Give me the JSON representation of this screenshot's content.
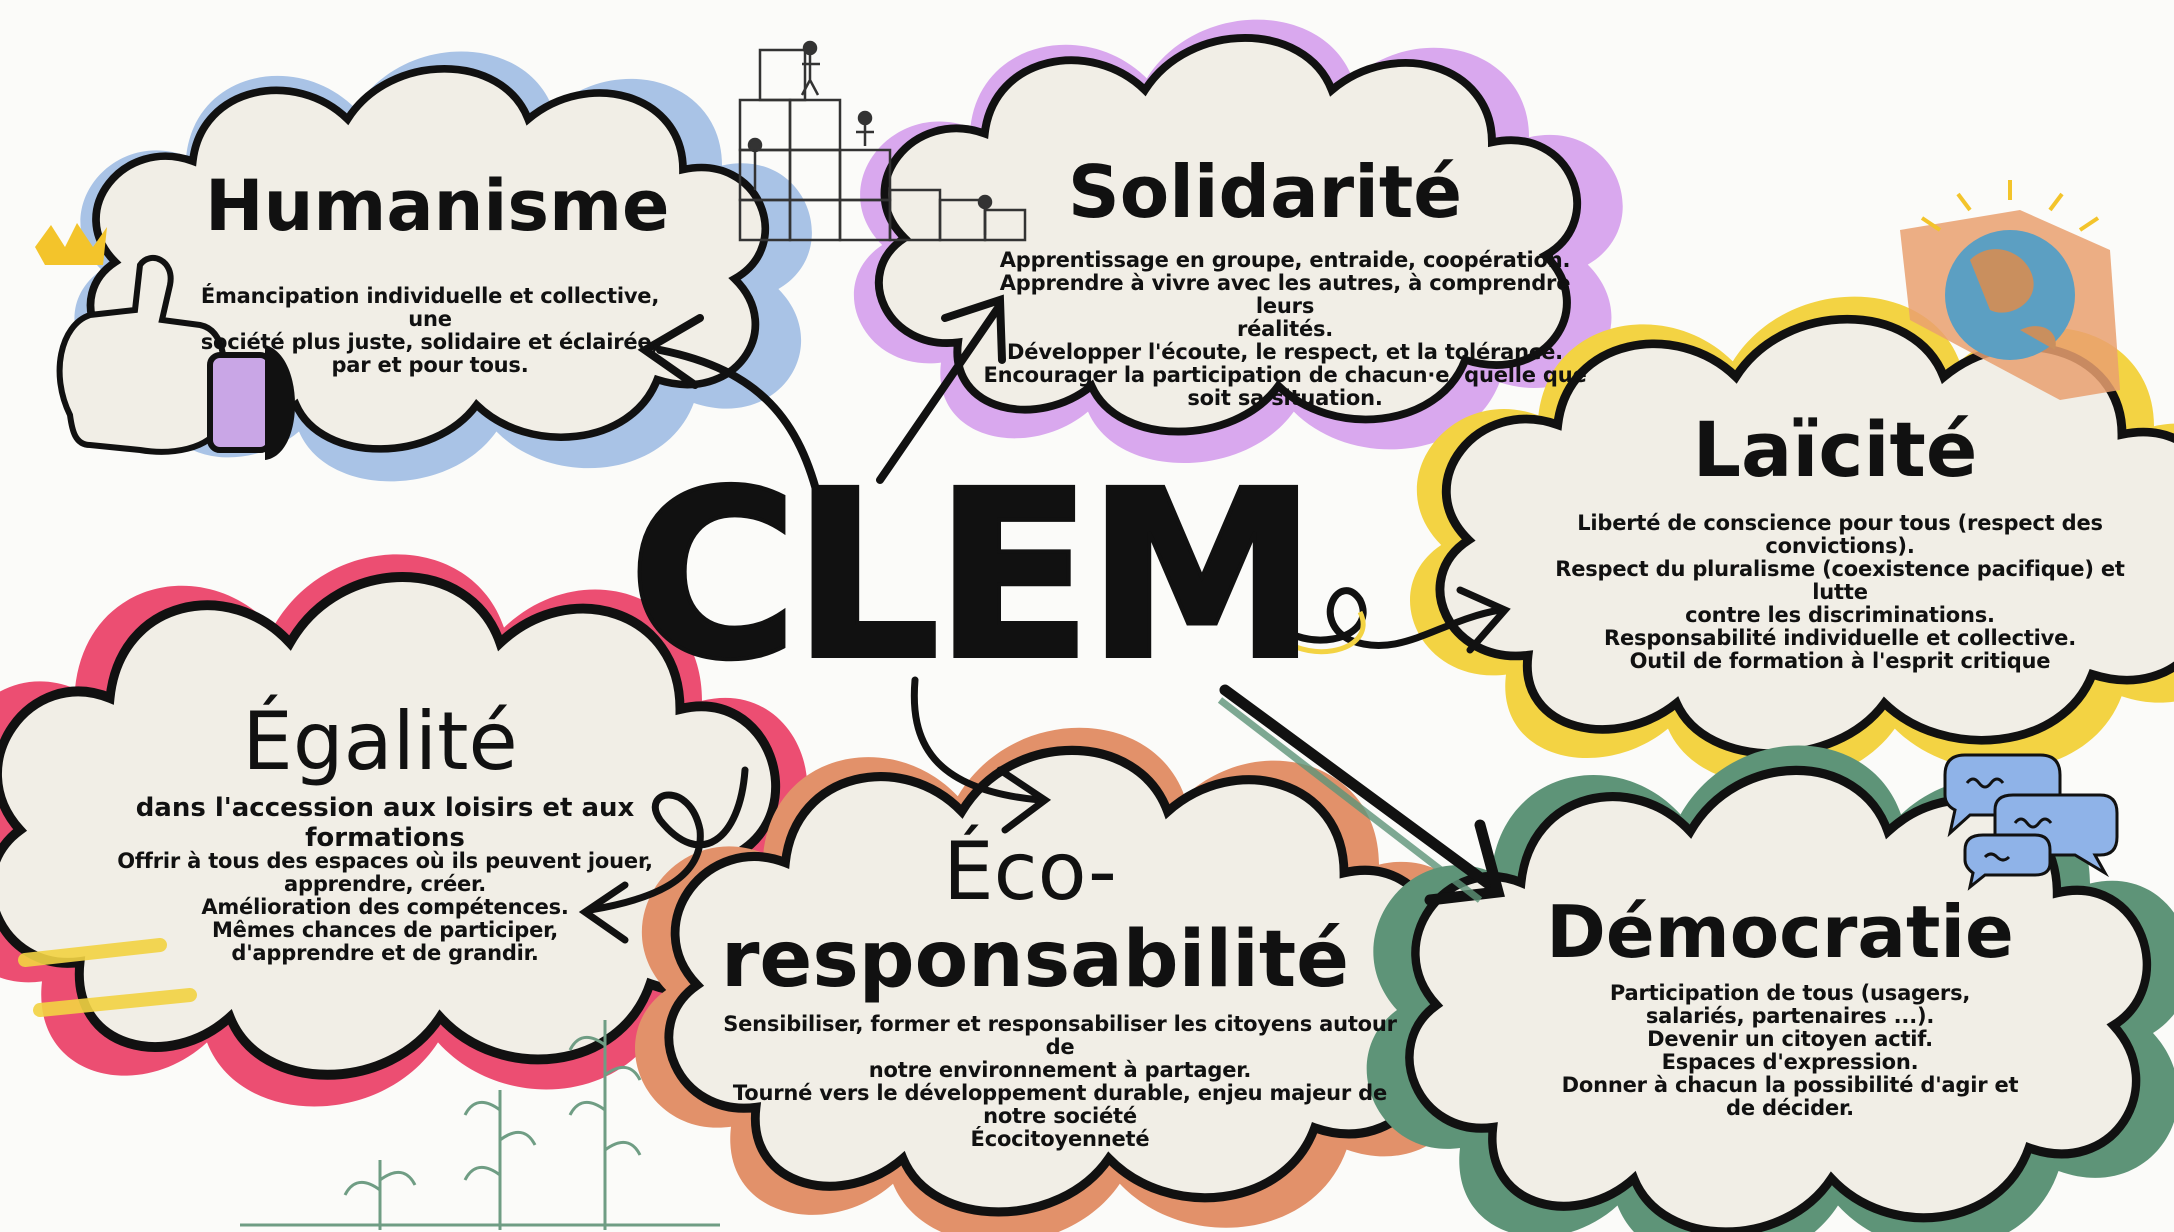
{
  "center": {
    "title": "CLEM"
  },
  "clouds": [
    {
      "id": "humanisme",
      "title": "Humanisme",
      "color": "#a9c3e6",
      "lines": [
        "Émancipation individuelle et collective, une",
        "société plus juste, solidaire et éclairée,",
        "par et pour tous."
      ]
    },
    {
      "id": "solidarite",
      "title": "Solidarité",
      "color": "#d9a8ee",
      "lines": [
        "Apprentissage en groupe, entraide, coopération.",
        "Apprendre à vivre avec les autres, à comprendre leurs",
        "réalités.",
        "Développer l'écoute, le respect, et la tolérance.",
        "Encourager la participation de chacun·e, quelle que",
        "soit sa situation."
      ]
    },
    {
      "id": "laicite",
      "title": "Laïcité",
      "color": "#f3d343",
      "lines": [
        "Liberté de conscience pour tous (respect des",
        "convictions).",
        "Respect du pluralisme (coexistence pacifique) et lutte",
        "contre les discriminations.",
        "Responsabilité individuelle et collective.",
        "Outil de formation à l'esprit critique"
      ]
    },
    {
      "id": "egalite",
      "title": "Égalité",
      "subtitle": "dans l'accession aux loisirs et aux formations",
      "color": "#ec4e72",
      "lines": [
        "Offrir à tous des espaces où ils peuvent jouer,",
        "apprendre, créer.",
        "Amélioration des compétences.",
        "Mêmes chances de participer,",
        "d'apprendre et de grandir."
      ]
    },
    {
      "id": "eco",
      "title_line1": "Éco-",
      "title_line2": "responsabilité",
      "color": "#e2916a",
      "lines": [
        "Sensibiliser, former et responsabiliser les citoyens autour de",
        "notre environnement à partager.",
        "Tourné vers le développement durable, enjeu  majeur de",
        "notre société",
        "Écocitoyenneté"
      ]
    },
    {
      "id": "democratie",
      "title": "Démocratie",
      "color": "#5e9478",
      "lines": [
        "Participation de tous (usagers,",
        "salariés, partenaires ...).",
        "Devenir un citoyen actif.",
        "Espaces d'expression.",
        "Donner à chacun la possibilité d'agir et",
        "de décider."
      ]
    }
  ],
  "icons": {
    "thumbs_up": "thumbs-up-icon",
    "puzzle": "puzzle-climbers-illustration",
    "globe_hands": "globe-in-hands-icon",
    "speech_bubbles": "speech-bubbles-icon",
    "plants": "sprouting-plants-illustration"
  }
}
